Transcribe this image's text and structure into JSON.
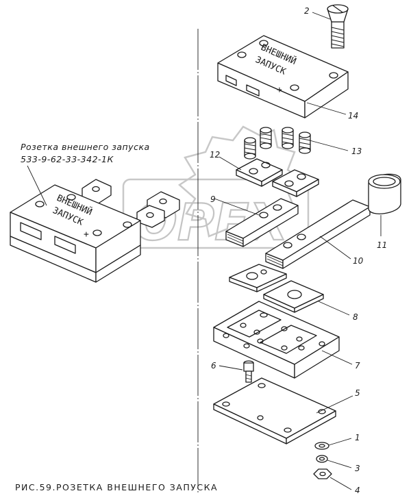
{
  "figure": {
    "caption": "РИС.59.РОЗЕТКА ВНЕШНЕГО ЗАПУСКА",
    "assembly_label_line1": "Розетка внешнего запуска",
    "assembly_label_line2": "533-9-62-33-342-1К",
    "block_stamp_line1": "ВНЕШНИЙ",
    "block_stamp_line2": "ЗАПУСК",
    "block_stamp_sign": "+",
    "watermark": "OPEX"
  },
  "callouts": [
    {
      "id": "callout-2",
      "label": "2"
    },
    {
      "id": "callout-14",
      "label": "14"
    },
    {
      "id": "callout-12",
      "label": "12"
    },
    {
      "id": "callout-13",
      "label": "13"
    },
    {
      "id": "callout-9",
      "label": "9"
    },
    {
      "id": "callout-11",
      "label": "11"
    },
    {
      "id": "callout-10",
      "label": "10"
    },
    {
      "id": "callout-8",
      "label": "8"
    },
    {
      "id": "callout-7",
      "label": "7"
    },
    {
      "id": "callout-6",
      "label": "6"
    },
    {
      "id": "callout-5",
      "label": "5"
    },
    {
      "id": "callout-1",
      "label": "1"
    },
    {
      "id": "callout-3",
      "label": "3"
    },
    {
      "id": "callout-4",
      "label": "4"
    }
  ]
}
